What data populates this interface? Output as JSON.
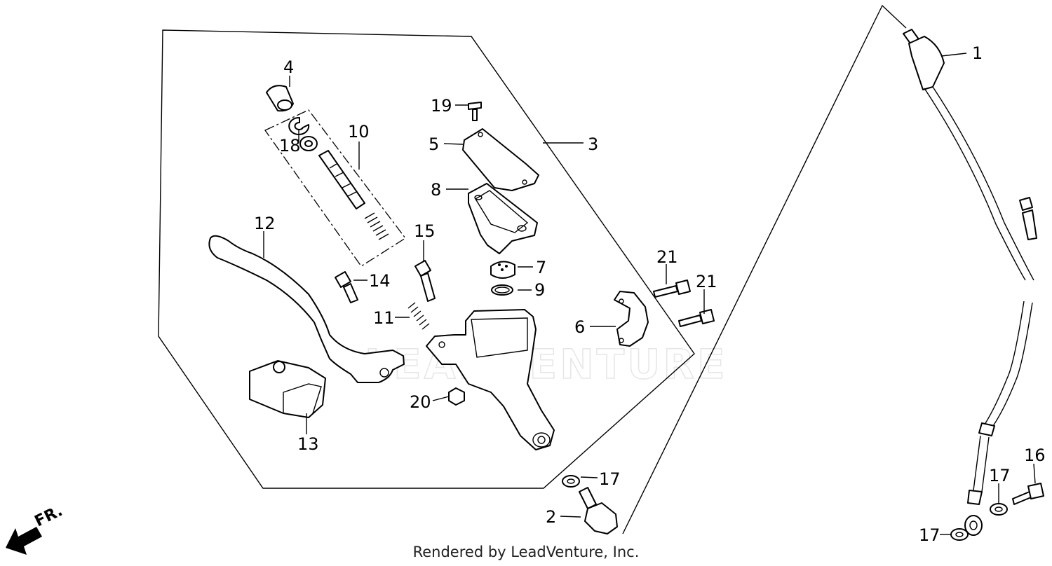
{
  "watermark": "LEADVENTURE",
  "credit": "Rendered by LeadVenture, Inc.",
  "direction_label": "FR.",
  "callouts": {
    "c1": "1",
    "c2": "2",
    "c3": "3",
    "c4": "4",
    "c5": "5",
    "c6": "6",
    "c7": "7",
    "c8": "8",
    "c9": "9",
    "c10": "10",
    "c11": "11",
    "c12": "12",
    "c13": "13",
    "c14": "14",
    "c15": "15",
    "c16": "16",
    "c17a": "17",
    "c17b": "17",
    "c17c": "17",
    "c18": "18",
    "c19": "19",
    "c20": "20",
    "c21a": "21",
    "c21b": "21"
  }
}
